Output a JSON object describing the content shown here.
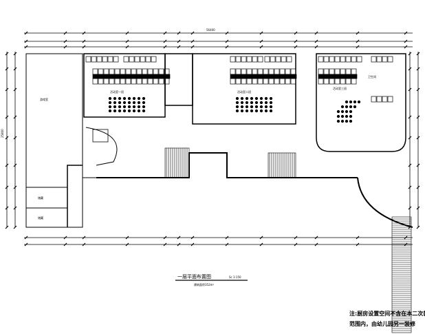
{
  "drawing": {
    "title": "一层平面布置图",
    "scale": "Sc 1:150",
    "area_note": "建筑面积352m²",
    "note_line1": "注:厨房设置空间不含在本二次装修",
    "note_line2": "范围内，由幼儿园另一装修"
  },
  "rooms": {
    "left_big": "游戏室",
    "left_small_1": "储藏",
    "left_small_2": "储藏",
    "class_1": "活动室一班",
    "class_2": "活动室二班",
    "class_3": "活动室三班",
    "washroom": "卫生间"
  },
  "dimensions": {
    "total_top": "56400",
    "total_left": "25800"
  }
}
